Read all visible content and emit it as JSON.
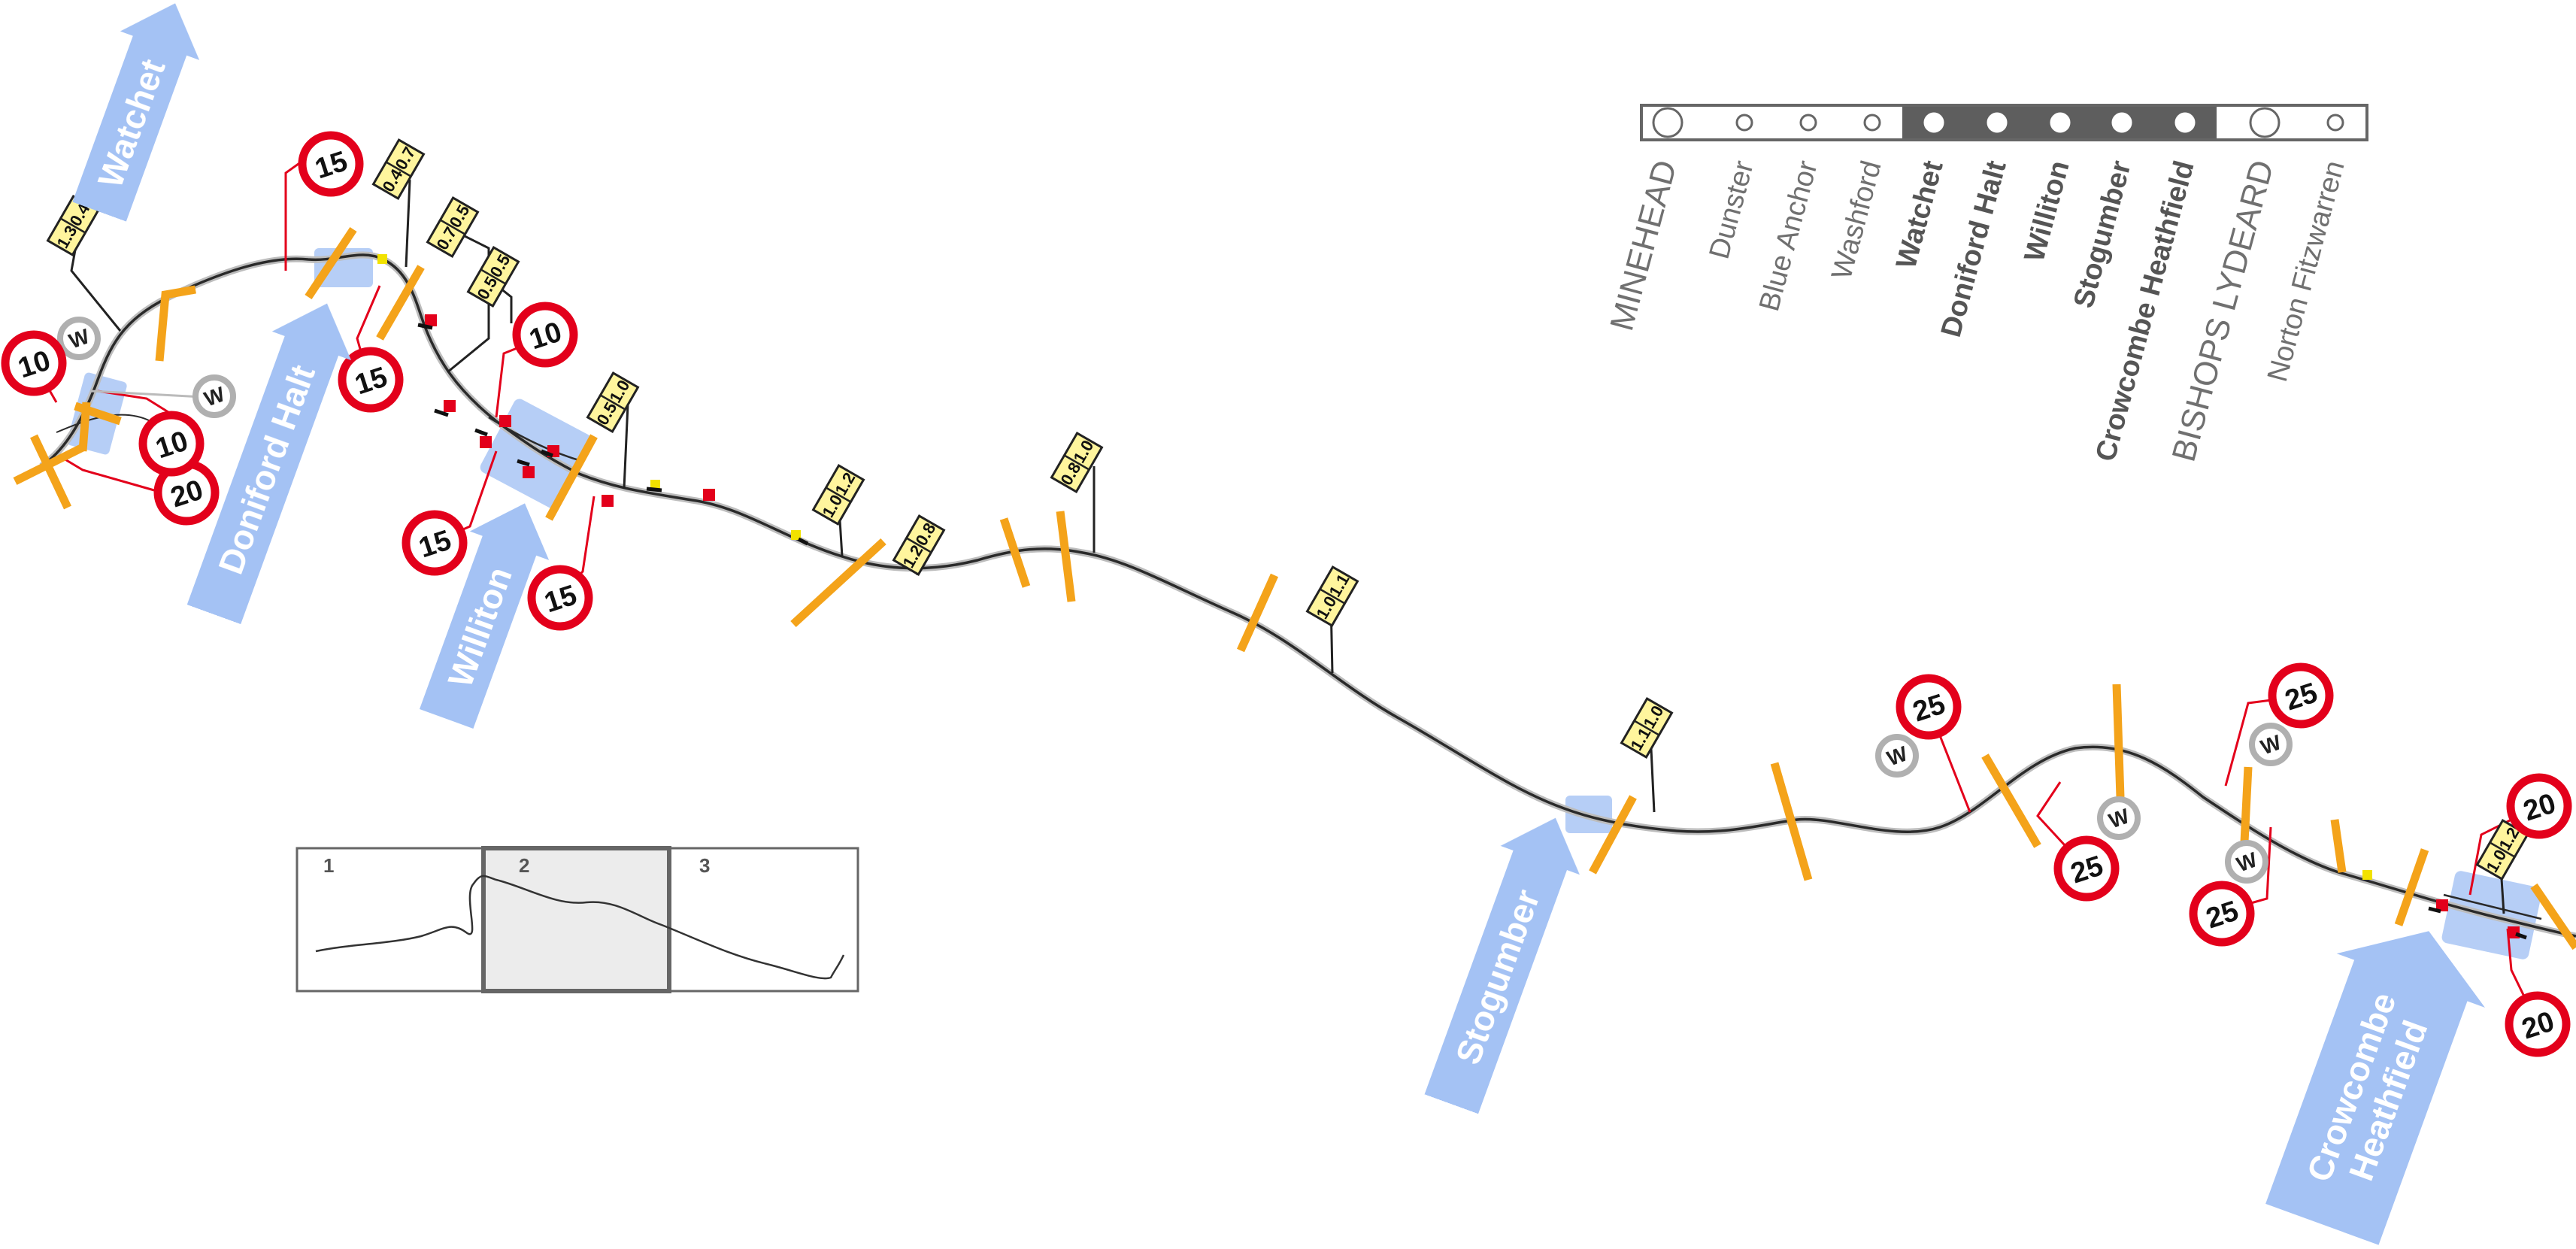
{
  "stations": {
    "watchet": "Watchet",
    "doniford": "Doniford Halt",
    "williton": "Williton",
    "stogumber": "Stogumber",
    "crowcombe_line1": "Crowcombe",
    "crowcombe_line2": "Heathfield"
  },
  "legend": {
    "items": [
      {
        "label": "MINEHEAD",
        "style": "major"
      },
      {
        "label": "Dunster",
        "style": "minor"
      },
      {
        "label": "Blue Anchor",
        "style": "minor"
      },
      {
        "label": "Washford",
        "style": "minor"
      },
      {
        "label": "Watchet",
        "style": "highlight"
      },
      {
        "label": "Doniford Halt",
        "style": "highlight"
      },
      {
        "label": "Williton",
        "style": "highlight"
      },
      {
        "label": "Stogumber",
        "style": "highlight"
      },
      {
        "label": "Crowcombe Heathfield",
        "style": "highlight"
      },
      {
        "label": "BISHOPS LYDEARD",
        "style": "major"
      },
      {
        "label": "Norton Fitzwarren",
        "style": "minor"
      }
    ]
  },
  "speed_limits": [
    "10",
    "20",
    "10",
    "15",
    "15",
    "10",
    "15",
    "15",
    "25",
    "25",
    "25",
    "25",
    "20",
    "20"
  ],
  "whistle_label": "W",
  "gradients": [
    [
      "1.3",
      "0.4"
    ],
    [
      "0.4",
      "0.7"
    ],
    [
      "0.7",
      "0.5"
    ],
    [
      "0.5",
      "0.5"
    ],
    [
      "0.5",
      "1.0"
    ],
    [
      "1.0",
      "1.2"
    ],
    [
      "1.2",
      "0.8"
    ],
    [
      "0.8",
      "1.0"
    ],
    [
      "1.0",
      "1.1"
    ],
    [
      "1.1",
      "1.0"
    ],
    [
      "1.0",
      "1.2"
    ]
  ],
  "inset": {
    "sections": [
      "1",
      "2",
      "3"
    ],
    "active": "2"
  },
  "colors": {
    "speed_ring": "#e3001b",
    "boundary": "#f4a31a",
    "station_area": "#a4c2f4",
    "gradient_post": "#fff59d",
    "signal_red": "#e3001b",
    "signal_yellow": "#f2e200",
    "legend_highlight": "#5e5e5e"
  }
}
